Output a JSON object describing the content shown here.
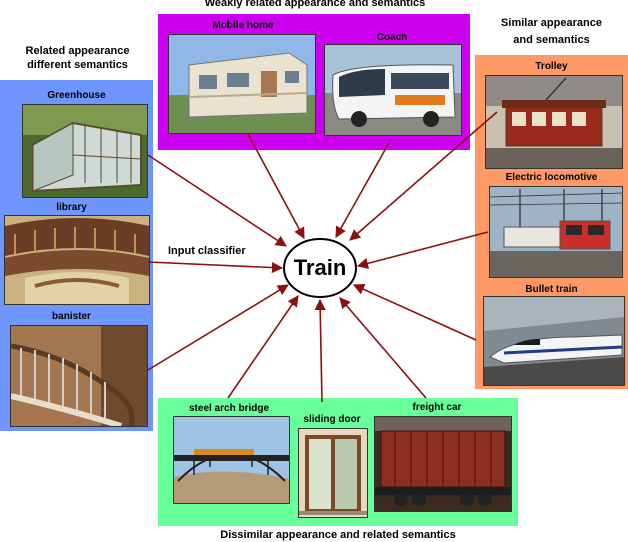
{
  "center": {
    "label": "Train"
  },
  "input_classifier": "Input classifier",
  "groups": {
    "top": {
      "caption": "Weakly related appearance and semantics",
      "color": "#cc00ee",
      "items": [
        {
          "label": "Mobile home",
          "icon": "mobile-home-photo"
        },
        {
          "label": "Coach",
          "icon": "coach-bus-photo"
        }
      ]
    },
    "left": {
      "caption_line1": "Related appearance",
      "caption_line2": "different semantics",
      "color": "#6f96ff",
      "items": [
        {
          "label": "Greenhouse",
          "icon": "greenhouse-photo"
        },
        {
          "label": "library",
          "icon": "library-photo"
        },
        {
          "label": "banister",
          "icon": "banister-photo"
        }
      ]
    },
    "right": {
      "caption_line1": "Similar appearance",
      "caption_line2": "and semantics",
      "color": "#ff9966",
      "items": [
        {
          "label": "Trolley",
          "icon": "trolley-photo"
        },
        {
          "label": "Electric locomotive",
          "icon": "electric-locomotive-photo"
        },
        {
          "label": "Bullet train",
          "icon": "bullet-train-photo"
        }
      ]
    },
    "bottom": {
      "caption": "Dissimilar appearance and related semantics",
      "color": "#66ff99",
      "items": [
        {
          "label": "steel arch bridge",
          "icon": "steel-arch-bridge-photo"
        },
        {
          "label": "sliding door",
          "icon": "sliding-door-photo"
        },
        {
          "label": "freight car",
          "icon": "freight-car-photo"
        }
      ]
    }
  }
}
